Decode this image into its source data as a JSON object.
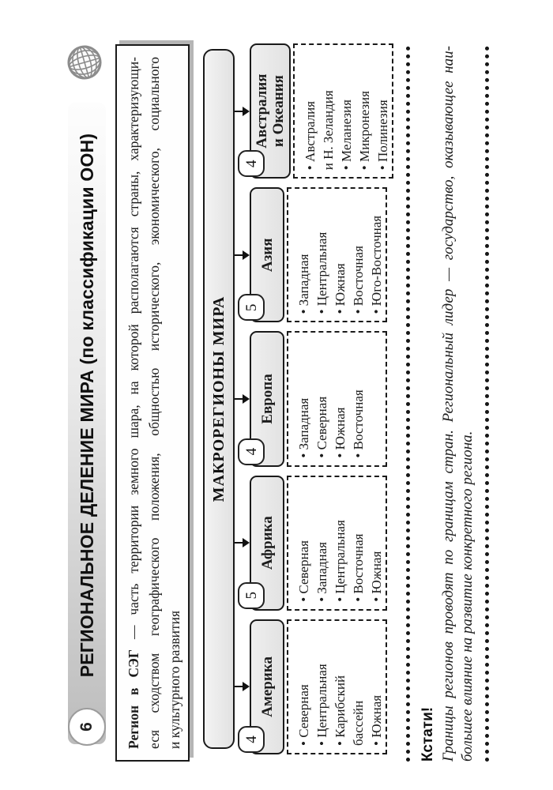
{
  "page": {
    "number": "6",
    "title": "РЕГИОНАЛЬНОЕ ДЕЛЕНИЕ МИРА (по классификации ООН)"
  },
  "definition": {
    "term": "Регион в СЭГ",
    "line1_rest": " — часть территории земного шара, на которой располагаются страны, характеризующи-",
    "line2": "еся сходством географического положения, общностью исторического, экономического, социального",
    "line3": "и культурного развития"
  },
  "diagram": {
    "root_label": "МАКРОРЕГИОНЫ МИРА",
    "branches": [
      {
        "name": "Америка",
        "count": "4",
        "items": [
          "Северная",
          "Центральная",
          "Карибский\nбассейн",
          "Южная"
        ]
      },
      {
        "name": "Африка",
        "count": "5",
        "items": [
          "Северная",
          "Западная",
          "Центральная",
          "Восточная",
          "Южная"
        ]
      },
      {
        "name": "Европа",
        "count": "4",
        "items": [
          "Западная",
          "Северная",
          "Южная",
          "Восточная"
        ]
      },
      {
        "name": "Азия",
        "count": "5",
        "items": [
          "Западная",
          "Центральная",
          "Южная",
          "Восточная",
          "Юго-Восточная"
        ]
      },
      {
        "name": "Австралия\nи Океания",
        "count": "4",
        "items": [
          "Австралия\nи Н. Зеландия",
          "Меланезия",
          "Микронезия",
          "Полинезия"
        ]
      }
    ]
  },
  "aside": {
    "heading": "Кстати!",
    "line1": "Границы регионов проводят по границам стран. Региональный лидер — государство, оказывающее наи-",
    "line2": "большее влияние на развитие конкретного региона."
  },
  "colors": {
    "ink": "#1a1a1a",
    "box_fill": "#e9e9e9",
    "bar_gradient_start": "#bcbcbc",
    "bar_gradient_end": "#fdfdfd",
    "shadow": "#b5b5b5"
  }
}
